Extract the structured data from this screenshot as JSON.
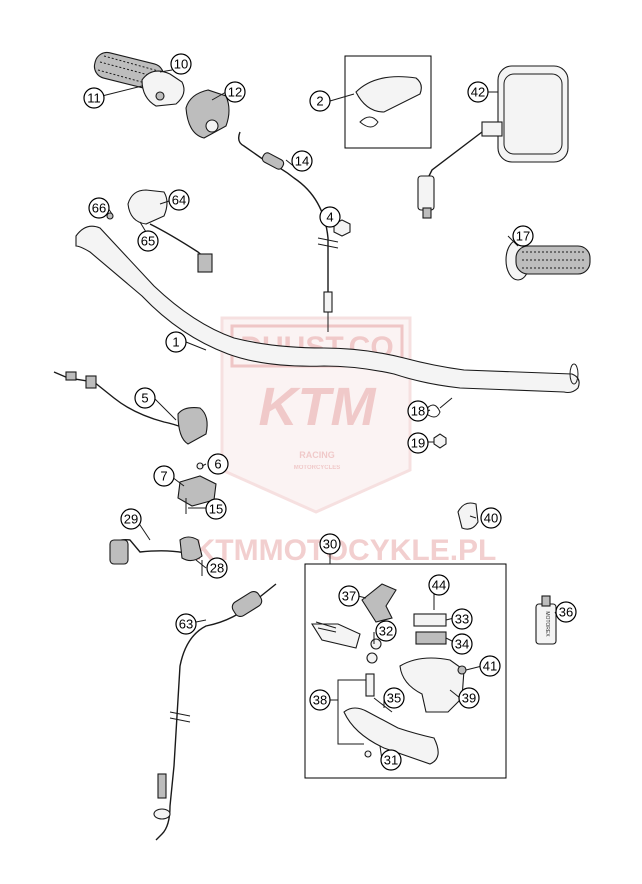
{
  "watermark": {
    "top_text": "DUUST.CO",
    "logo_text": "KTM",
    "small_text": "RACING",
    "small_text2": "MOTORCYCLES",
    "shop_text": "KTMMOTOCYKLE.PL",
    "color": "#e8a8a8"
  },
  "callouts": {
    "c1": "1",
    "c2": "2",
    "c4": "4",
    "c5": "5",
    "c6": "6",
    "c7": "7",
    "c10": "10",
    "c11": "11",
    "c12": "12",
    "c14": "14",
    "c15": "15",
    "c17": "17",
    "c18": "18",
    "c19": "19",
    "c28": "28",
    "c29": "29",
    "c30": "30",
    "c31": "31",
    "c32": "32",
    "c33": "33",
    "c34": "34",
    "c35": "35",
    "c36": "36",
    "c37": "37",
    "c38": "38",
    "c39": "39",
    "c40": "40",
    "c41": "41",
    "c42": "42",
    "c44": "44",
    "c63": "63",
    "c64": "64",
    "c65": "65",
    "c66": "66"
  },
  "bottle_label": "MOTOREX"
}
